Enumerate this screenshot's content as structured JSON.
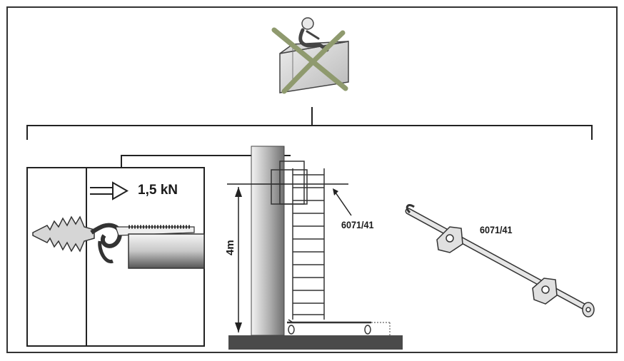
{
  "force_label": "1,5 kN",
  "part_number_left": "6071/41",
  "part_number_right": "6071/41",
  "height_label": "4m",
  "colors": {
    "outline": "#2a2a2a",
    "panel_border": "#333333",
    "ground": "#4a4a4a",
    "cross": "#8f9a6e"
  },
  "icons": {
    "prohibited": "no-weight-on-box-icon",
    "anchor": "wall-anchor-icon",
    "force": "force-arrow-icon"
  }
}
